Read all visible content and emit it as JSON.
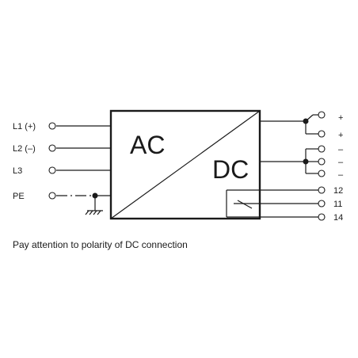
{
  "inputs": [
    "L1 (+)",
    "L2 (–)",
    "L3",
    "PE"
  ],
  "block": {
    "ac_label": "AC",
    "dc_label": "DC"
  },
  "dc_outputs": [
    "+",
    "+",
    "–",
    "–",
    "–"
  ],
  "relay_outputs": [
    "12",
    "11",
    "14"
  ],
  "note": "Pay attention to polarity of DC connection"
}
